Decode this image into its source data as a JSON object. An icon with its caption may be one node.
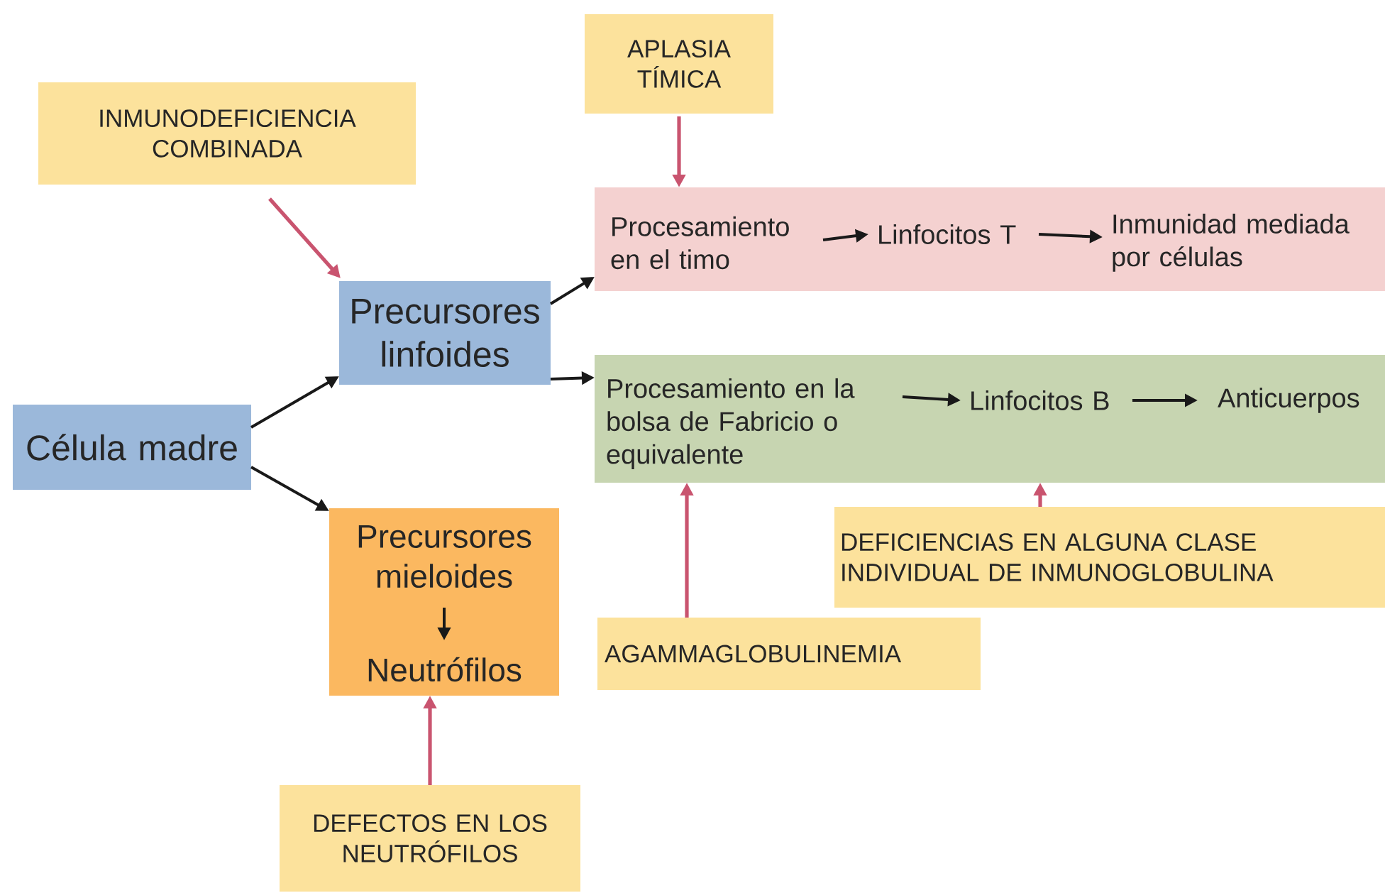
{
  "diagram": {
    "nodes": [
      {
        "text": [
          "INMUNODEFICIENCIA COMBINADA"
        ]
      },
      {
        "text": [
          "APLASIA TÍMICA"
        ]
      },
      {
        "text": [
          "Célula madre"
        ]
      },
      {
        "text": [
          "Precursores linfoides"
        ]
      },
      {
        "text": [],
        "shape": "box"
      },
      {
        "text": [
          "Procesamiento en el timo"
        ],
        "in": 4
      },
      {
        "text": [
          "Linfocitos T"
        ],
        "in": 4
      },
      {
        "text": [
          "Inmunidad mediada por células"
        ],
        "in": 4
      },
      {
        "text": [],
        "shape": "box"
      },
      {
        "text": [
          "Procesamiento en la bolsa de Fabricio o equivalente"
        ],
        "in": 8
      },
      {
        "text": [
          "Linfocitos B"
        ],
        "in": 8
      },
      {
        "text": [
          "Anticuerpos"
        ],
        "in": 8
      },
      {
        "text": [],
        "shape": "box"
      },
      {
        "text": [
          "Precursores mieloides"
        ],
        "in": 12
      },
      {
        "text": [
          "Neutrófilos"
        ],
        "in": 12
      },
      {
        "text": [
          "DEFICIENCIAS EN ALGUNA CLASE INDIVIDUAL DE INMUNOGLOBULINA"
        ]
      },
      {
        "text": [
          "AGAMMAGLOBULINEMIA"
        ]
      },
      {
        "text": [
          "DEFECTOS EN LOS NEUTRÓFILOS"
        ]
      }
    ],
    "edges": [
      {
        "from": 2,
        "to": 3,
        "arrow": "to"
      },
      {
        "from": 2,
        "to": 12,
        "arrow": "to"
      },
      {
        "from": 3,
        "to": 4,
        "arrow": "to"
      },
      {
        "from": 3,
        "to": 8,
        "arrow": "to"
      },
      {
        "from": 5,
        "to": 6,
        "arrow": "to"
      },
      {
        "from": 6,
        "to": 7,
        "arrow": "to"
      },
      {
        "from": 9,
        "to": 10,
        "arrow": "to"
      },
      {
        "from": 10,
        "to": 11,
        "arrow": "to"
      },
      {
        "from": 13,
        "to": 14,
        "arrow": "to"
      },
      {
        "from": 0,
        "to": 3,
        "arrow": "to",
        "color": "#c9546f"
      },
      {
        "from": 1,
        "to": 4,
        "arrow": "to",
        "color": "#c9546f"
      },
      {
        "from": 16,
        "to": 8,
        "arrow": "to",
        "color": "#c9546f"
      },
      {
        "from": 15,
        "to": 8,
        "arrow": "to",
        "color": "#c9546f"
      },
      {
        "from": 17,
        "to": 12,
        "arrow": "to",
        "color": "#c9546f"
      }
    ]
  }
}
